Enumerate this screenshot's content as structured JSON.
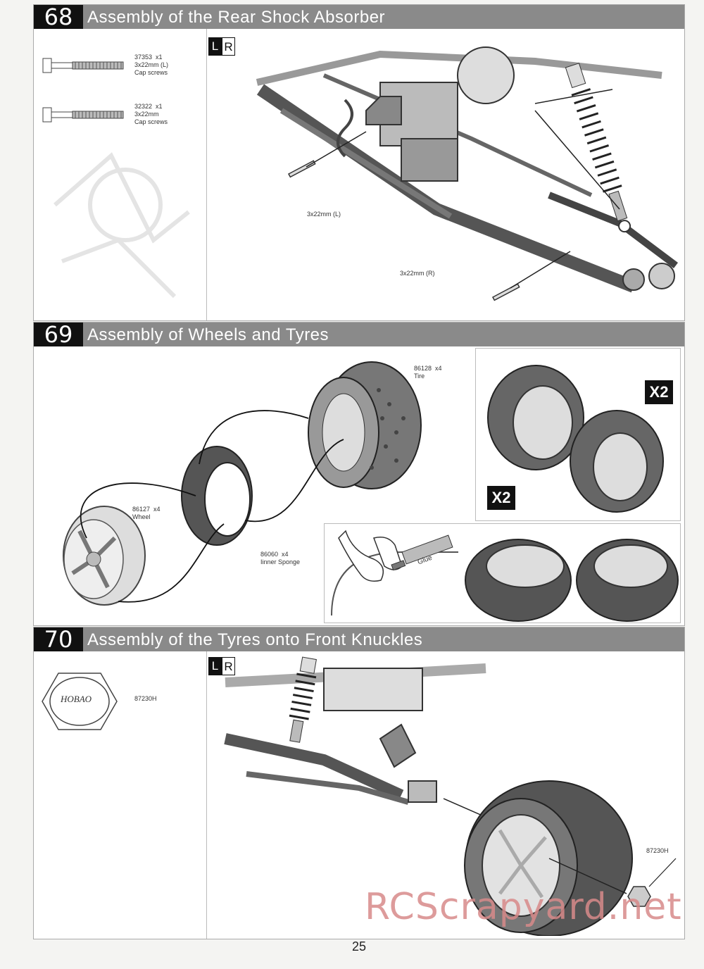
{
  "steps": [
    {
      "number": "68",
      "title": "Assembly of the Rear Shock Absorber",
      "lr": [
        "L",
        "R"
      ],
      "parts": [
        {
          "code": "37353",
          "qty": "x1",
          "size": "3x22mm (L)",
          "name": "Cap screws"
        },
        {
          "code": "32322",
          "qty": "x1",
          "size": "3x22mm",
          "name": "Cap screws"
        }
      ],
      "labels": {
        "left_screw": "3x22mm (L)",
        "right_screw": "3x22mm (R)"
      }
    },
    {
      "number": "69",
      "title": "Assembly of Wheels and Tyres",
      "parts": {
        "tire": {
          "code": "86128",
          "qty": "x4",
          "name": "Tire"
        },
        "wheel": {
          "code": "86127",
          "qty": "x4",
          "name": "Wheel"
        },
        "sponge": {
          "code": "86060",
          "qty": "x4",
          "name": "Iinner Sponge"
        }
      },
      "multipliers": [
        "X2",
        "X2"
      ],
      "glue_label": "Glue"
    },
    {
      "number": "70",
      "title": "Assembly of the Tyres onto Front Knuckles",
      "lr": [
        "L",
        "R"
      ],
      "parts": [
        {
          "code": "87230H"
        }
      ],
      "nut_brand": "HOBAO",
      "labels": {
        "nut": "87230H"
      }
    }
  ],
  "page_number": "25",
  "watermark": "RCScrapyard.net"
}
